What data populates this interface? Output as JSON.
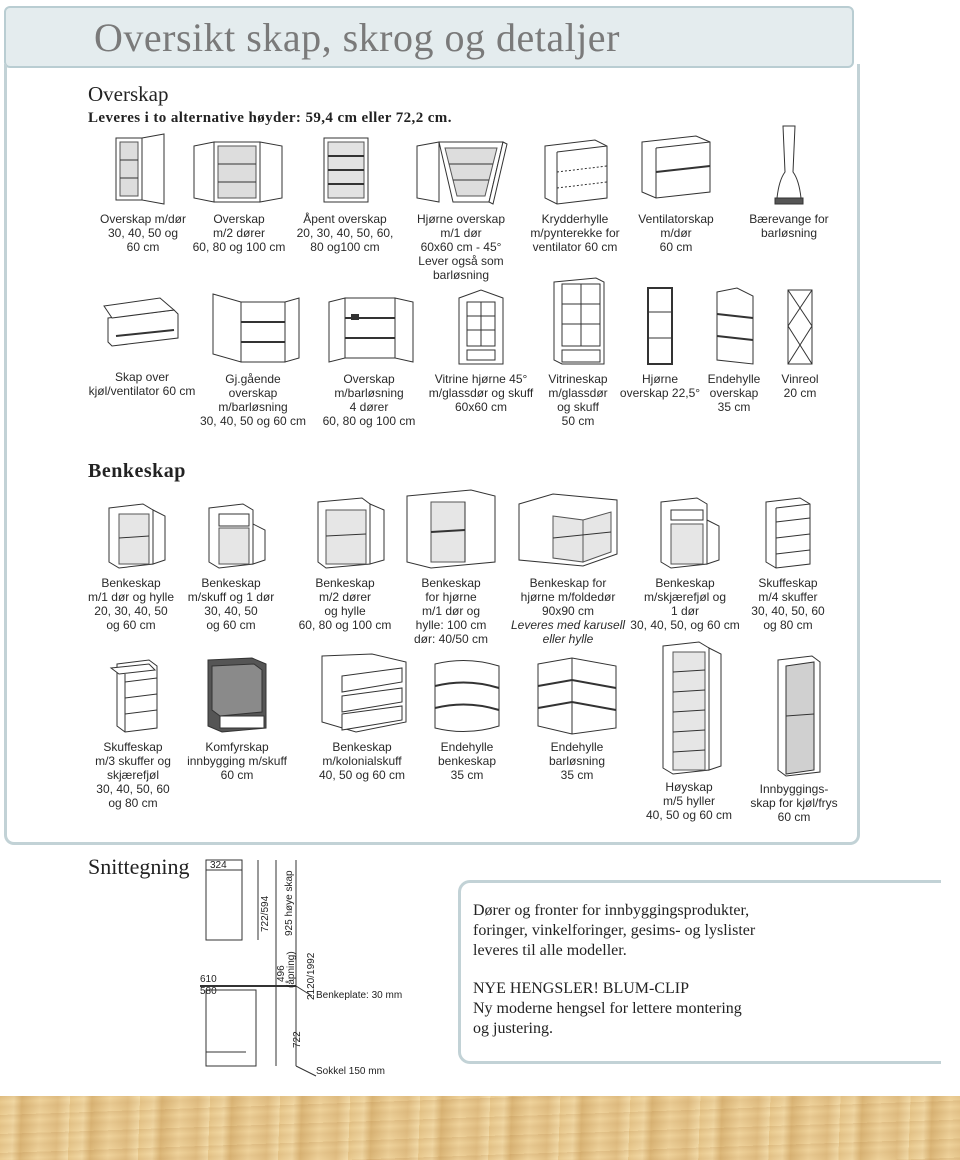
{
  "title": "Oversikt skap, skrog og detaljer",
  "overskap": {
    "heading": "Overskap",
    "subheading": "Leveres i to alternative høyder: 59,4 cm eller 72,2 cm.",
    "row1": [
      {
        "icon": "wall-cabinet-door-icon",
        "lines": [
          "Overskap m/dør",
          "30, 40, 50 og",
          "60 cm"
        ]
      },
      {
        "icon": "wall-cabinet-2-doors-icon",
        "lines": [
          "Overskap",
          "m/2 dører",
          "60, 80 og 100 cm"
        ]
      },
      {
        "icon": "open-wall-cabinet-icon",
        "lines": [
          "Åpent overskap",
          "20, 30, 40, 50, 60,",
          "80 og100 cm"
        ]
      },
      {
        "icon": "corner-wall-cabinet-icon",
        "lines": [
          "Hjørne overskap",
          "m/1 dør",
          "60x60 cm - 45°",
          "Lever også som",
          "barløsning"
        ]
      },
      {
        "icon": "spice-rack-icon",
        "lines": [
          "Krydderhylle",
          "m/pynterekke for",
          "ventilator 60 cm"
        ]
      },
      {
        "icon": "ventilator-cabinet-icon",
        "lines": [
          "Ventilatorskap",
          "m/dør",
          "60 cm"
        ]
      },
      {
        "icon": "support-leg-icon",
        "lines": [
          "Bærevange for",
          "barløsning"
        ]
      }
    ],
    "row2": [
      {
        "icon": "cabinet-over-fridge-icon",
        "lines": [
          "Skap over",
          "kjøl/ventilator 60 cm"
        ]
      },
      {
        "icon": "through-cabinet-icon",
        "lines": [
          "Gj.gående",
          "overskap",
          "m/barløsning",
          "30, 40, 50 og 60 cm"
        ]
      },
      {
        "icon": "wall-cabinet-4-doors-icon",
        "lines": [
          "Overskap",
          "m/barløsning",
          "4 dører",
          "60, 80 og 100 cm"
        ]
      },
      {
        "icon": "corner-vitrine-icon",
        "lines": [
          "Vitrine hjørne 45°",
          "m/glassdør og skuff",
          "60x60 cm"
        ]
      },
      {
        "icon": "vitrine-cabinet-icon",
        "lines": [
          "Vitrineskap",
          "m/glassdør",
          "og skuff",
          "50 cm"
        ]
      },
      {
        "icon": "corner-wall-cabinet-22-icon",
        "lines": [
          "Hjørne",
          "overskap 22,5°"
        ]
      },
      {
        "icon": "end-shelf-icon",
        "lines": [
          "Endehylle",
          "overskap",
          "35 cm"
        ]
      },
      {
        "icon": "wine-rack-icon",
        "lines": [
          "Vinreol",
          "20 cm"
        ]
      }
    ]
  },
  "benkeskap": {
    "heading": "Benkeskap",
    "row1": [
      {
        "icon": "base-cabinet-door-shelf-icon",
        "lines": [
          "Benkeskap",
          "m/1 dør og hylle",
          "20, 30, 40, 50",
          "og 60 cm"
        ]
      },
      {
        "icon": "base-cabinet-drawer-door-icon",
        "lines": [
          "Benkeskap",
          "m/skuff og 1 dør",
          "30, 40, 50",
          "og 60 cm"
        ]
      },
      {
        "icon": "base-cabinet-2-doors-icon",
        "lines": [
          "Benkeskap",
          "m/2 dører",
          "og hylle",
          "60, 80 og 100 cm"
        ]
      },
      {
        "icon": "corner-base-cabinet-icon",
        "lines": [
          "Benkeskap",
          "for hjørne",
          "m/1 dør og",
          "hylle: 100 cm",
          "dør: 40/50 cm"
        ]
      },
      {
        "icon": "corner-base-folding-door-icon",
        "lines": [
          "Benkeskap for",
          "hjørne m/foldedør",
          "90x90 cm"
        ],
        "italic": [
          "Leveres med karusell",
          "eller hylle"
        ]
      },
      {
        "icon": "base-cabinet-cutting-board-icon",
        "lines": [
          "Benkeskap",
          "m/skjærefjøl og",
          "1 dør",
          "30, 40, 50, og 60 cm"
        ]
      },
      {
        "icon": "drawer-cabinet-4-icon",
        "lines": [
          "Skuffeskap",
          "m/4 skuffer",
          "30, 40, 50, 60",
          "og 80 cm"
        ]
      }
    ],
    "row2": [
      {
        "icon": "drawer-cabinet-3-icon",
        "lines": [
          "Skuffeskap",
          "m/3 skuffer og",
          "skjærefjøl",
          "30, 40, 50, 60",
          "og 80 cm"
        ]
      },
      {
        "icon": "oven-cabinet-icon",
        "lines": [
          "Komfyrskap",
          "innbygging m/skuff",
          "60 cm"
        ]
      },
      {
        "icon": "pan-drawer-cabinet-icon",
        "lines": [
          "Benkeskap",
          "m/kolonialskuff",
          "40, 50 og 60 cm"
        ]
      },
      {
        "icon": "end-shelf-base-icon",
        "lines": [
          "Endehylle",
          "benkeskap",
          "35 cm"
        ]
      },
      {
        "icon": "end-shelf-bar-icon",
        "lines": [
          "Endehylle",
          "barløsning",
          "35 cm"
        ]
      },
      {
        "icon": "tall-cabinet-icon",
        "lines": [
          "Høyskap",
          "m/5 hyller",
          "40, 50 og 60 cm"
        ]
      },
      {
        "icon": "integrated-fridge-cabinet-icon",
        "lines": [
          "Innbyggings-",
          "skap for kjøl/frys",
          "60 cm"
        ]
      }
    ]
  },
  "snitt": {
    "heading": "Snittegning",
    "labels": {
      "d324": "324",
      "d722_594": "722/594",
      "d925": "925 høye skap",
      "d610": "610",
      "d580": "580",
      "d496": "496",
      "d496b": "(åpning)",
      "d2120": "2120/1992",
      "benkeplate": "Benkeplate: 30 mm",
      "d722": "722",
      "sokkel": "Sokkel 150 mm"
    }
  },
  "info": {
    "line1": "Dører og fronter for innbyggingsprodukter,",
    "line2": "foringer, vinkelforinger, gesims- og lyslister",
    "line3": "leveres til alle modeller.",
    "line4": "NYE HENGSLER! BLUM-CLIP",
    "line5": "Ny moderne hengsel for lettere montering",
    "line6": "og justering."
  }
}
